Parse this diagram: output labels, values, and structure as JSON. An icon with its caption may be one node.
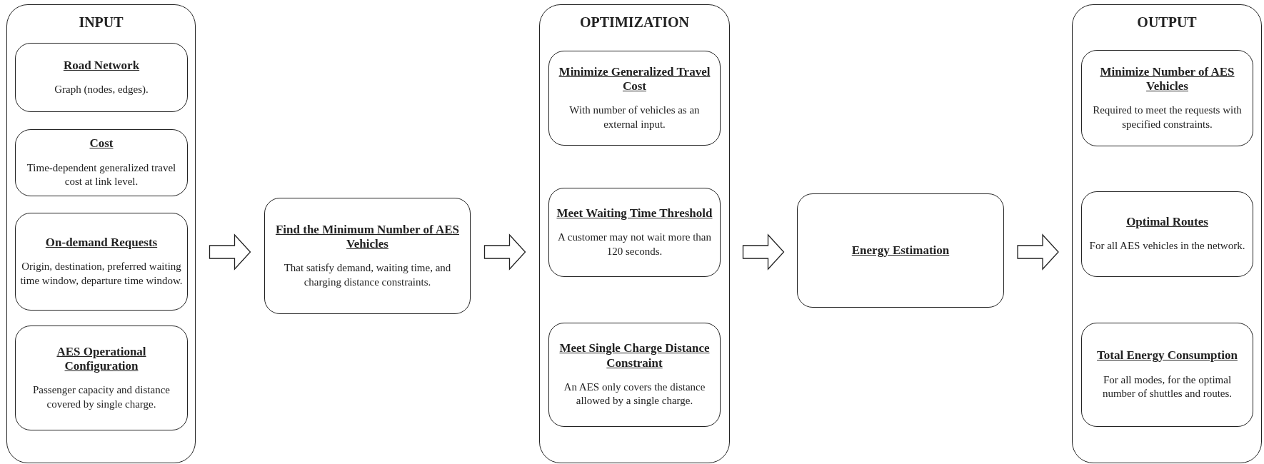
{
  "diagram": {
    "nodes": [
      {
        "text": [
          "INPUT"
        ]
      },
      {
        "text": [
          "Road Network",
          "Graph (nodes, edges)."
        ],
        "in": 0
      },
      {
        "text": [
          "Cost",
          "Time-dependent generalized travel cost at link level."
        ],
        "in": 0
      },
      {
        "text": [
          "On-demand Requests",
          "Origin, destination, preferred waiting time window, departure time window."
        ],
        "in": 0
      },
      {
        "text": [
          "AES Operational Configuration",
          "Passenger capacity and distance covered by single charge."
        ],
        "in": 0
      },
      {
        "text": [
          "Find the Minimum Number of AES Vehicles",
          "That satisfy demand, waiting time, and charging distance constraints."
        ]
      },
      {
        "text": [
          "OPTIMIZATION"
        ]
      },
      {
        "text": [
          "Minimize Generalized Travel Cost",
          "With number of vehicles as an external input."
        ],
        "in": 6
      },
      {
        "text": [
          "Meet Waiting Time Threshold",
          "A customer may not wait more than 120 seconds."
        ],
        "in": 6
      },
      {
        "text": [
          "Meet Single Charge Distance Constraint",
          "An AES only covers the distance allowed by a single charge."
        ],
        "in": 6
      },
      {
        "text": [
          "Energy Estimation"
        ]
      },
      {
        "text": [
          "OUTPUT"
        ]
      },
      {
        "text": [
          "Minimize Number of AES Vehicles",
          "Required to meet the requests with specified constraints."
        ],
        "in": 11
      },
      {
        "text": [
          "Optimal  Routes",
          "For all AES vehicles in the network."
        ],
        "in": 11
      },
      {
        "text": [
          "Total Energy  Consumption",
          "For all modes, for the optimal number of shuttles and routes."
        ],
        "in": 11
      }
    ],
    "edges": [
      {
        "from": 0,
        "to": 5,
        "arrow": "to"
      },
      {
        "from": 5,
        "to": 6,
        "arrow": "to"
      },
      {
        "from": 6,
        "to": 10,
        "arrow": "to"
      },
      {
        "from": 10,
        "to": 11,
        "arrow": "to"
      }
    ]
  }
}
